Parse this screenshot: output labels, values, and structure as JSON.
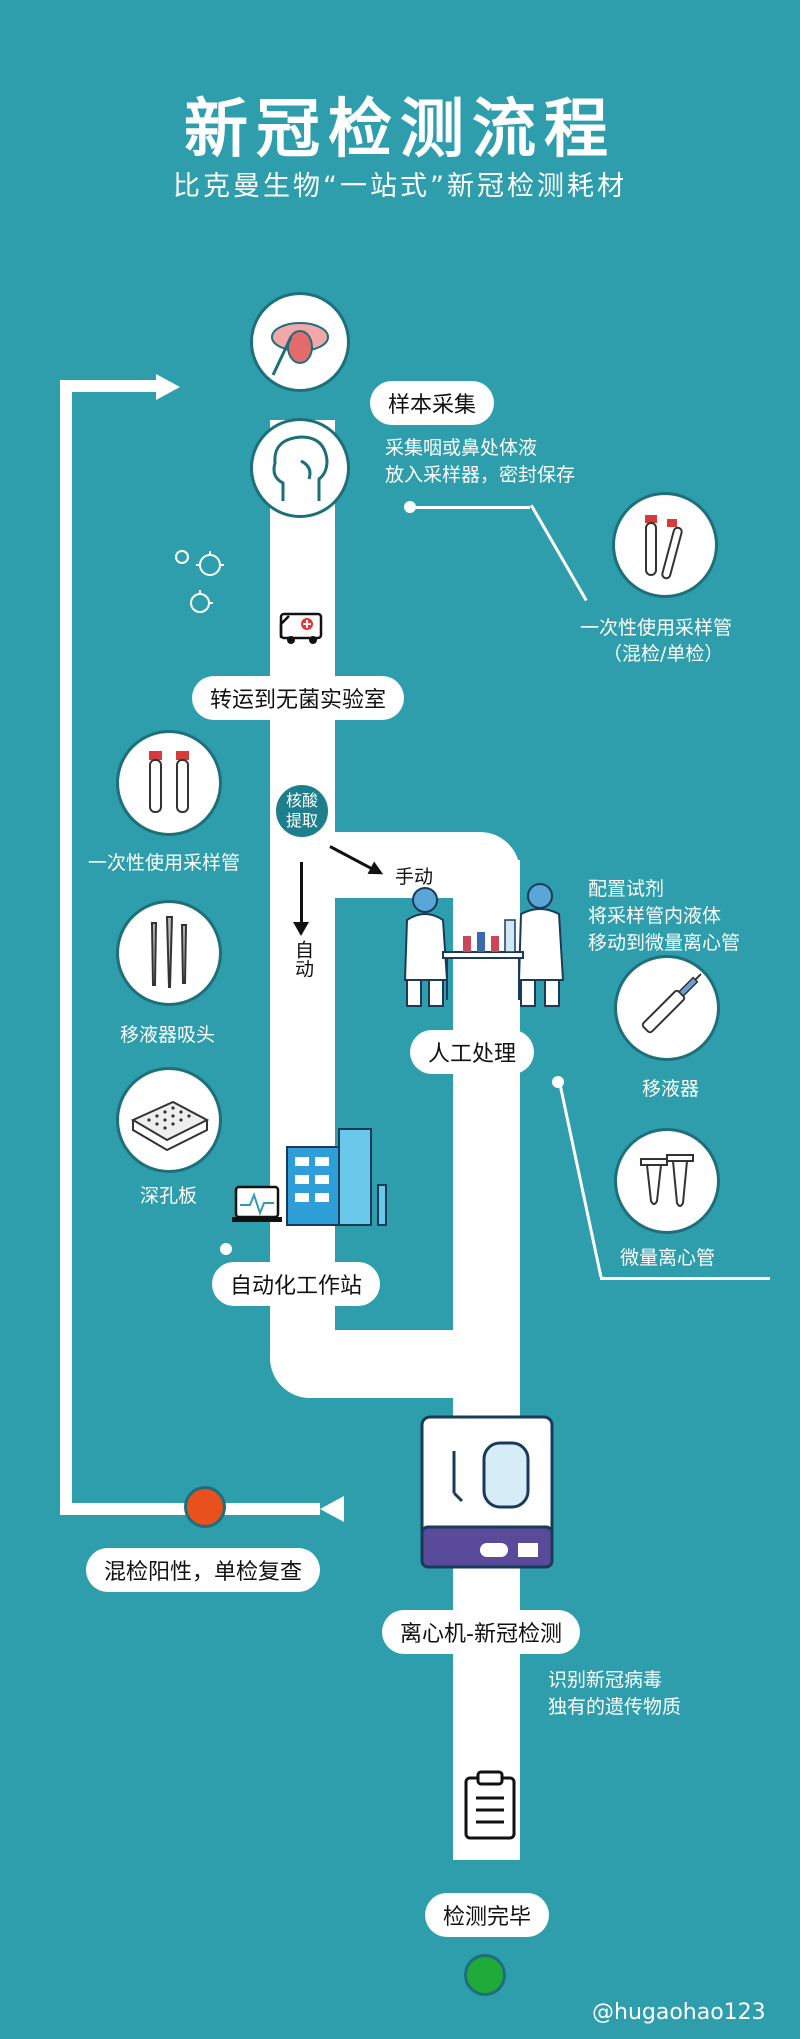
{
  "header": {
    "title": "新冠检测流程",
    "subtitle": "比克曼生物“一站式”新冠检测耗材"
  },
  "steps": {
    "sample_collection": "样本采集",
    "sample_desc": [
      "采集咽或鼻处体液",
      "放入采样器，密封保存"
    ],
    "transfer": "转运到无菌实验室",
    "extraction": "核酸\n提取",
    "manual": "手动",
    "auto": "自动",
    "manual_desc": [
      "配置试剂",
      "将采样管内液体",
      "移动到微量离心管"
    ],
    "manual_processing": "人工处理",
    "workstation": "自动化工作站",
    "centrifuge": "离心机-新冠检测",
    "centrifuge_desc": [
      "识别新冠病毒",
      "独有的遗传物质"
    ],
    "positive": "混检阳性，单检复查",
    "done": "检测完毕"
  },
  "consumables": {
    "sampling_tube_right": [
      "一次性使用采样管",
      "（混检/单检）"
    ],
    "sampling_tube_left": "一次性使用采样管",
    "pipette_tip": "移液器吸头",
    "deep_well_plate": "深孔板",
    "pipette": "移液器",
    "microtube": "微量离心管"
  },
  "watermark": "@hugaohao123",
  "colors": {
    "background": "#2E9EAC",
    "positive_dot": "#E8501E",
    "done_dot": "#1FAA3A",
    "label_text": "#111111"
  }
}
